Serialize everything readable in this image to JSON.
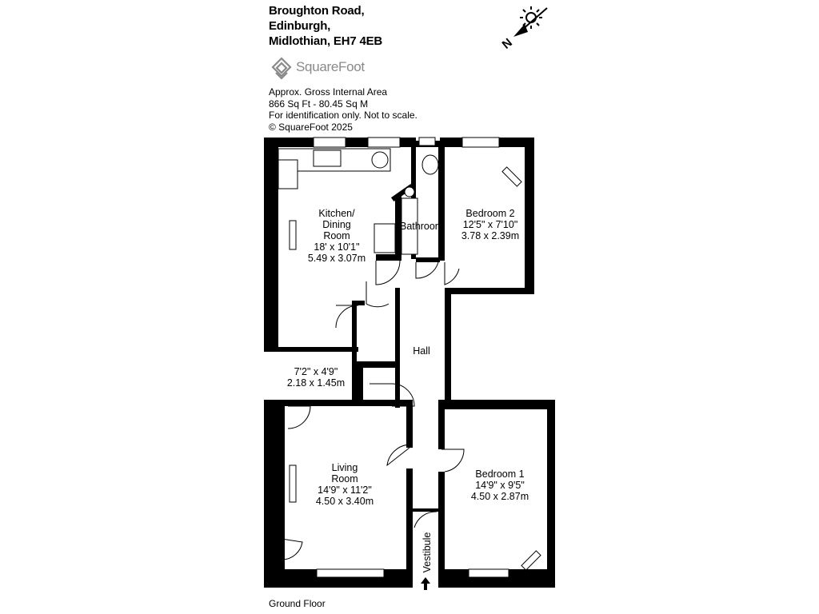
{
  "address": {
    "line1": "Broughton Road,",
    "line2": "Edinburgh,",
    "line3": "Midlothian, EH7 4EB"
  },
  "brand": {
    "name": "SquareFoot",
    "color": "#8a8a8a"
  },
  "info": {
    "area_title": "Approx. Gross Internal Area",
    "area_values": "866 Sq Ft  -  80.45 Sq M",
    "disclaimer": "For identification only. Not to scale.",
    "copyright": "© SquareFoot 2025"
  },
  "compass": {
    "north_label": "N",
    "icon": "sun-compass-icon"
  },
  "rooms": {
    "kitchen": {
      "name": "Kitchen/\nDining\nRoom",
      "dims_imperial": "18' x 10'1\"",
      "dims_metric": "5.49 x 3.07m"
    },
    "bathroom": {
      "name": "Bathroom"
    },
    "bedroom2": {
      "name": "Bedroom 2",
      "dims_imperial": "12'5\" x 7'10\"",
      "dims_metric": "3.78 x 2.39m"
    },
    "hall": {
      "name": "Hall"
    },
    "store": {
      "dims_imperial": "7'2\" x 4'9\"",
      "dims_metric": "2.18 x 1.45m"
    },
    "living": {
      "name": "Living\nRoom",
      "dims_imperial": "14'9\" x 11'2\"",
      "dims_metric": "4.50 x 3.40m"
    },
    "bedroom1": {
      "name": "Bedroom 1",
      "dims_imperial": "14'9\" x 9'5\"",
      "dims_metric": "4.50 x 2.87m"
    },
    "vestibule": {
      "name": "Vestibule"
    }
  },
  "floor_label": "Ground Floor",
  "colors": {
    "wall": "#000000",
    "background": "#ffffff"
  }
}
